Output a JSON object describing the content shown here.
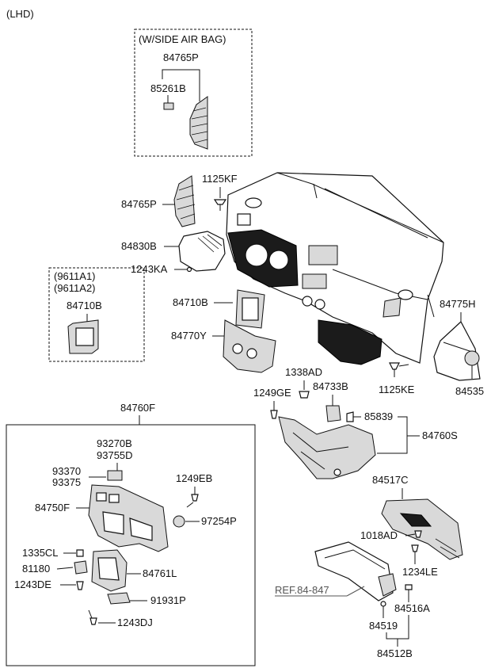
{
  "header": {
    "variant": "(LHD)"
  },
  "side_airbag_box": {
    "title": "(W/SIDE AIR BAG)",
    "parts": [
      "84765P",
      "85261B"
    ]
  },
  "option_box": {
    "lines": [
      "(9611A1)",
      "(9611A2)"
    ],
    "part": "84710B"
  },
  "labels": {
    "p84765P_top": "84765P",
    "p85261B": "85261B",
    "p1125KF": "1125KF",
    "p84765P": "84765P",
    "p84830B": "84830B",
    "p1243KA": "1243KA",
    "p84710B_opt": "84710B",
    "p84710B": "84710B",
    "p84770Y": "84770Y",
    "p84775H": "84775H",
    "p1338AD": "1338AD",
    "p84733B": "84733B",
    "p1249GE": "1249GE",
    "p1125KE": "1125KE",
    "p84535": "84535",
    "p85839": "85839",
    "p84760S": "84760S",
    "p84760F": "84760F",
    "p93270B": "93270B",
    "p93755D": "93755D",
    "p93370": "93370",
    "p93375": "93375",
    "p1249EB": "1249EB",
    "p84750F": "84750F",
    "p97254P": "97254P",
    "p1335CL": "1335CL",
    "p81180": "81180",
    "p84761L": "84761L",
    "p1243DE": "1243DE",
    "p91931P": "91931P",
    "p1243DJ": "1243DJ",
    "p84517C": "84517C",
    "p1018AD": "1018AD",
    "p1234LE": "1234LE",
    "ref": "REF.84-847",
    "p84516A": "84516A",
    "p84519": "84519",
    "p84512B": "84512B"
  }
}
